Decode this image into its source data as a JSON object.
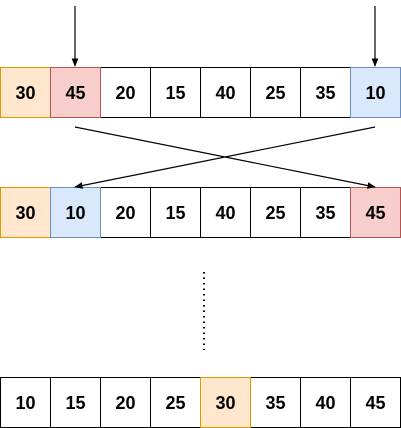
{
  "colors": {
    "pivot_fill": "#ffe6cc",
    "pivot_stroke": "#d79b00",
    "left_fill": "#f8cecc",
    "left_stroke": "#b85450",
    "right_fill": "#dae8fc",
    "right_stroke": "#6c8ebf",
    "default_fill": "#ffffff",
    "default_stroke": "#000000",
    "line": "#000000"
  },
  "rows": [
    {
      "name": "row-initial",
      "cells": [
        {
          "value": "30",
          "role": "pivot"
        },
        {
          "value": "45",
          "role": "left"
        },
        {
          "value": "20",
          "role": "default"
        },
        {
          "value": "15",
          "role": "default"
        },
        {
          "value": "40",
          "role": "default"
        },
        {
          "value": "25",
          "role": "default"
        },
        {
          "value": "35",
          "role": "default"
        },
        {
          "value": "10",
          "role": "right"
        }
      ]
    },
    {
      "name": "row-swapped",
      "cells": [
        {
          "value": "30",
          "role": "pivot"
        },
        {
          "value": "10",
          "role": "right"
        },
        {
          "value": "20",
          "role": "default"
        },
        {
          "value": "15",
          "role": "default"
        },
        {
          "value": "40",
          "role": "default"
        },
        {
          "value": "25",
          "role": "default"
        },
        {
          "value": "35",
          "role": "default"
        },
        {
          "value": "45",
          "role": "left"
        }
      ]
    },
    {
      "name": "row-final",
      "cells": [
        {
          "value": "10",
          "role": "default"
        },
        {
          "value": "15",
          "role": "default"
        },
        {
          "value": "20",
          "role": "default"
        },
        {
          "value": "25",
          "role": "default"
        },
        {
          "value": "30",
          "role": "pivot"
        },
        {
          "value": "35",
          "role": "default"
        },
        {
          "value": "40",
          "role": "default"
        },
        {
          "value": "45",
          "role": "default"
        }
      ]
    }
  ]
}
